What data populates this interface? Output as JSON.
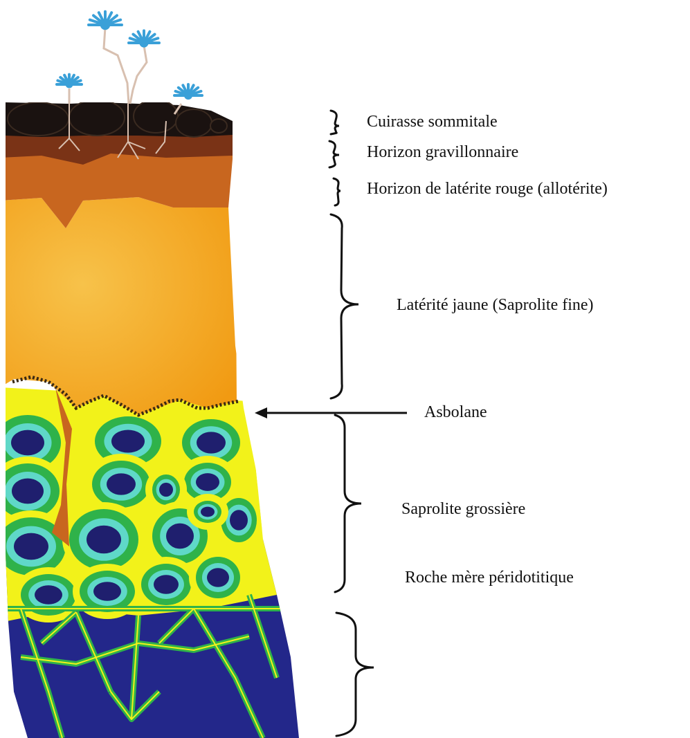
{
  "colors": {
    "cuirasse": "#1a1210",
    "gravillon": "#7a3316",
    "laterite_rouge": "#c8661f",
    "laterite_jaune": "#f4a621",
    "yellow_matrix": "#f2f21a",
    "green_rim": "#2fb24a",
    "cyan_rim": "#5fd8c8",
    "bedrock": "#23278a",
    "core": "#1f1f6e",
    "plant": "#3aa0d8",
    "stem": "#d8c0b0",
    "ink": "#111111"
  },
  "plants": [
    {
      "name": "small-plant-left",
      "icon": "plant-icon"
    },
    {
      "name": "tall-plant-1",
      "icon": "plant-icon"
    },
    {
      "name": "tall-plant-2",
      "icon": "plant-icon"
    },
    {
      "name": "grass-tuft",
      "icon": "plant-icon"
    }
  ],
  "labels": [
    {
      "id": "cuirasse",
      "text": "Cuirasse sommitale"
    },
    {
      "id": "gravillon",
      "text": "Horizon gravillonnaire"
    },
    {
      "id": "rouge",
      "text": "Horizon de latérite rouge (allotérite)"
    },
    {
      "id": "jaune",
      "text": "Latérité jaune (Saprolite fine)"
    },
    {
      "id": "asbolane",
      "text": "Asbolane"
    },
    {
      "id": "grossiere",
      "text": "Saprolite grossière"
    },
    {
      "id": "roche",
      "text": "Roche mère péridotitique"
    }
  ]
}
